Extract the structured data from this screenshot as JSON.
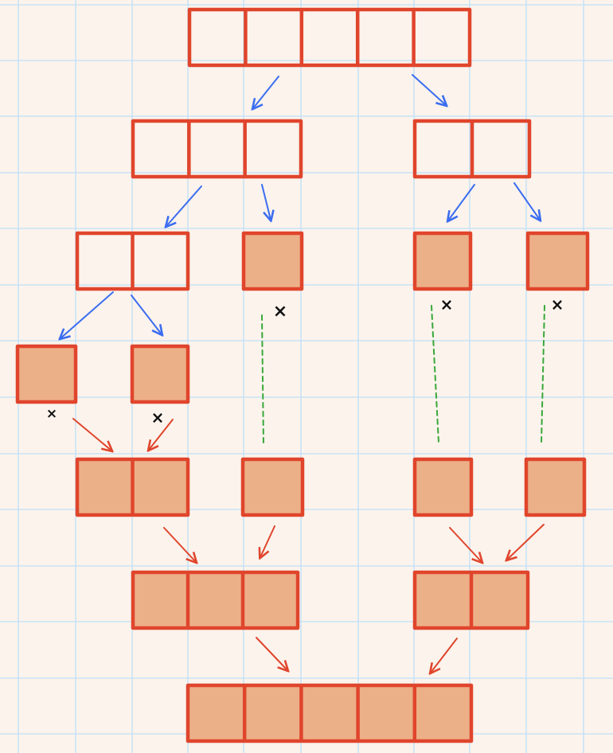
{
  "diagram": {
    "kind": "merge-sort-sketch",
    "colors": {
      "background": "#fbf3ec",
      "grid": "#bfe0f7",
      "outline": "#e0452c",
      "fill": "#ecb088",
      "split_arrow": "#3b6df0",
      "merge_arrow": "#e0452c",
      "carry_line": "#39a83a",
      "mark": "#111111"
    },
    "levels": [
      {
        "name": "input-array",
        "arrays": [
          {
            "cells": 5,
            "filled": false
          }
        ]
      },
      {
        "name": "split-level-1",
        "arrays": [
          {
            "cells": 3,
            "filled": false
          },
          {
            "cells": 2,
            "filled": false
          }
        ]
      },
      {
        "name": "split-level-2",
        "arrays": [
          {
            "cells": 2,
            "filled": false
          },
          {
            "cells": 1,
            "filled": true
          },
          {
            "cells": 1,
            "filled": true
          },
          {
            "cells": 1,
            "filled": true
          }
        ]
      },
      {
        "name": "split-level-3",
        "arrays": [
          {
            "cells": 1,
            "filled": true
          },
          {
            "cells": 1,
            "filled": true
          }
        ]
      },
      {
        "name": "merge-level-1",
        "arrays": [
          {
            "cells": 2,
            "filled": true
          },
          {
            "cells": 1,
            "filled": true
          },
          {
            "cells": 1,
            "filled": true
          },
          {
            "cells": 1,
            "filled": true
          }
        ]
      },
      {
        "name": "merge-level-2",
        "arrays": [
          {
            "cells": 3,
            "filled": true
          },
          {
            "cells": 2,
            "filled": true
          }
        ]
      },
      {
        "name": "sorted-output",
        "arrays": [
          {
            "cells": 5,
            "filled": true
          }
        ]
      }
    ],
    "marks": [
      "×",
      "×",
      "×",
      "×",
      "×"
    ]
  }
}
